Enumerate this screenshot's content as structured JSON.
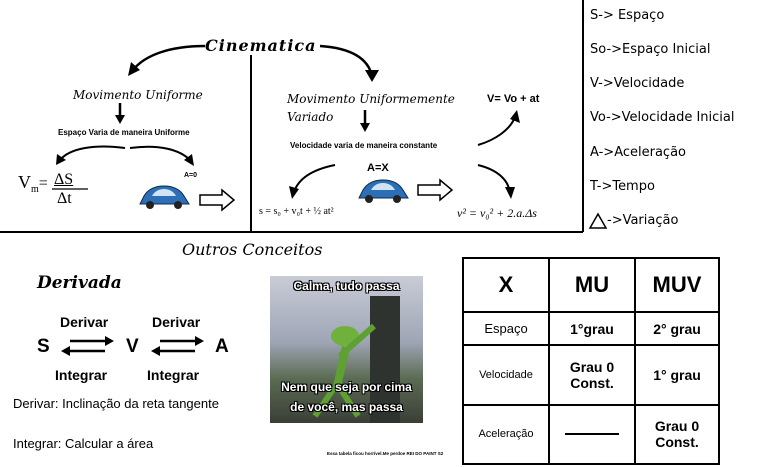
{
  "title": "Cinematica",
  "mu": {
    "title": "Movimento Uniforme",
    "desc": "Espaço Varia de maneira Uniforme",
    "formula_lhs": "V",
    "formula_sub": "m",
    "formula_num": "ΔS",
    "formula_den": "Δt",
    "a_zero": "A=0"
  },
  "muv": {
    "title_line1": "Movimento Uniformemente",
    "title_line2": "Variado",
    "desc": "Velocidade varia de maneira constante",
    "v_eq": "V= Vo + at",
    "a_eq": "A=X",
    "s_eq": "s = s₀ + v₀t + ½ at²",
    "torricelli": "v² = v₀² + 2.a.Δs"
  },
  "legend": [
    "S-> Espaço",
    "So->Espaço Inicial",
    "V->Velocidade",
    "Vo->Velocidade Inicial",
    "A->Aceleração",
    "T->Tempo",
    "->Variação"
  ],
  "outros": "Outros Conceitos",
  "derivada": {
    "title": "Derivada",
    "derivar1": "Derivar",
    "derivar2": "Derivar",
    "integrar1": "Integrar",
    "integrar2": "Integrar",
    "s": "S",
    "v": "V",
    "a": "A",
    "def_derivar": "Derivar: Inclinação da reta tangente",
    "def_integrar": "Integrar: Calcular a área"
  },
  "meme": {
    "top": "Calma, tudo passa",
    "bottom_line1": "Nem que seja por cima",
    "bottom_line2": "de você, mas passa"
  },
  "table": {
    "headers": [
      "X",
      "MU",
      "MUV"
    ],
    "rows": [
      {
        "label": "Espaço",
        "mu": "1°grau",
        "muv": "2° grau"
      },
      {
        "label": "Velocidade",
        "mu_l1": "Grau 0",
        "mu_l2": "Const.",
        "muv": "1° grau"
      },
      {
        "label": "Aceleração",
        "mu": "",
        "muv_l1": "Grau 0",
        "muv_l2": "Const."
      }
    ]
  },
  "footnote": "Essa tabela ficou horrível.Me perdoe REI DO PAINT S2"
}
